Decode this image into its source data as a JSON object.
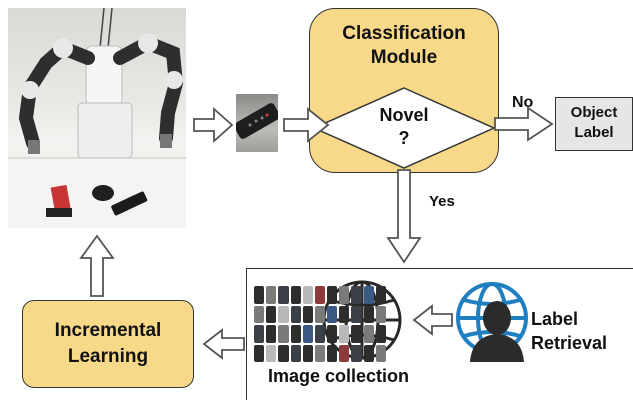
{
  "classification_module": {
    "title_line1": "Classification",
    "title_line2": "Module"
  },
  "decision": {
    "line1": "Novel",
    "line2": "?"
  },
  "edges": {
    "no_label": "No",
    "yes_label": "Yes"
  },
  "object_label": {
    "line1": "Object",
    "line2": "Label"
  },
  "image_collection": {
    "label": "Image collection"
  },
  "label_retrieval": {
    "line1": "Label",
    "line2": "Retrieval"
  },
  "incremental_learning": {
    "line1": "Incremental",
    "line2": "Learning"
  },
  "colors": {
    "module_fill": "#f8d98a",
    "label_box_fill": "#e6e6e6",
    "globe_blue": "#1f7fc1"
  },
  "icons": [
    "globe-icon",
    "person-silhouette-icon",
    "robot-photo",
    "remote-control-photo"
  ]
}
